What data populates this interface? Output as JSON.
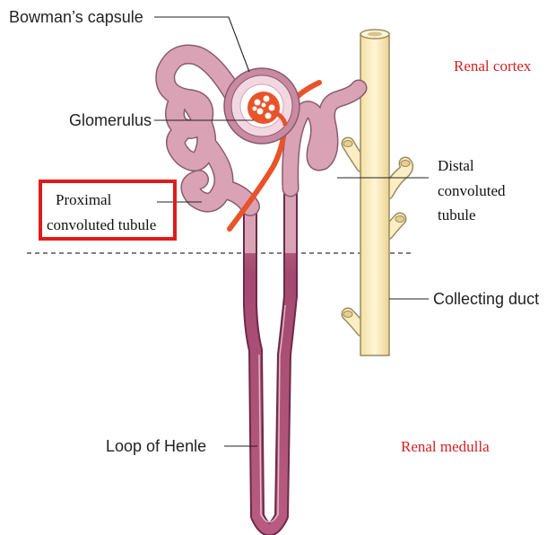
{
  "labels": {
    "bowmans_capsule": "Bowman’s capsule",
    "glomerulus": "Glomerulus",
    "proximal_line1": "Proximal",
    "proximal_line2": "convoluted tubule",
    "distal_line1": "Distal",
    "distal_line2": "convoluted",
    "distal_line3": "tubule",
    "collecting_duct": "Collecting duct",
    "loop_of_henle": "Loop of Henle",
    "renal_cortex": "Renal cortex",
    "renal_medulla": "Renal medulla"
  },
  "colors": {
    "tubule_fill": "#d9a3b5",
    "tubule_outline": "#8a5a6e",
    "loop_fill": "#a3496f",
    "artery": "#e8542a",
    "duct_fill": "#fbeec4",
    "duct_outline": "#9a8a5e",
    "region_label": "#d42020",
    "highlight_box": "#e01b1b"
  }
}
